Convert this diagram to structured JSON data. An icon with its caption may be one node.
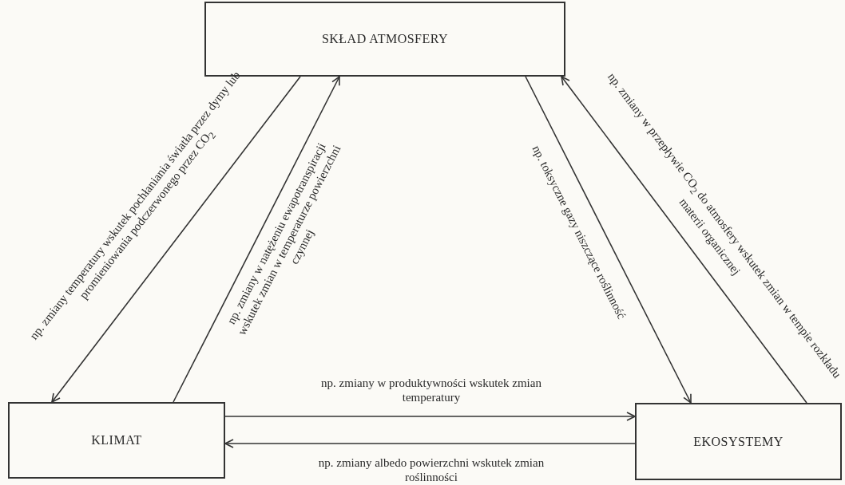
{
  "diagram": {
    "nodes": [
      {
        "text": [
          "SKŁAD ATMOSFERY"
        ]
      },
      {
        "text": [
          "KLIMAT"
        ]
      },
      {
        "text": [
          "EKOSYSTEMY"
        ]
      }
    ],
    "edges": [
      {
        "from": 0,
        "to": 1,
        "arrow": "to",
        "label": "np. zmiany temperatury wskutek pochłaniania światła przez dymy lub promieniowania podczerwonego przez CO$_{2}$"
      },
      {
        "from": 1,
        "to": 0,
        "arrow": "to",
        "label": "np. zmiany w natężeniu ewapotranspiracji wskutek zmian w temperaturze powierzchni czynnej"
      },
      {
        "from": 0,
        "to": 2,
        "arrow": "to",
        "label": "np. toksyczne gazy niszczące roślinność"
      },
      {
        "from": 2,
        "to": 0,
        "arrow": "to",
        "label": "np. zmiany w przepływie CO$_{2}$ do atmosfery wskutek zmian w tempie rozkładu materii organicznej"
      },
      {
        "from": 1,
        "to": 2,
        "arrow": "to",
        "label": "np. zmiany w produktywności wskutek zmian temperatury"
      },
      {
        "from": 2,
        "to": 1,
        "arrow": "to",
        "label": "np. zmiany albedo powierzchni wskutek zmian roślinności"
      }
    ]
  }
}
